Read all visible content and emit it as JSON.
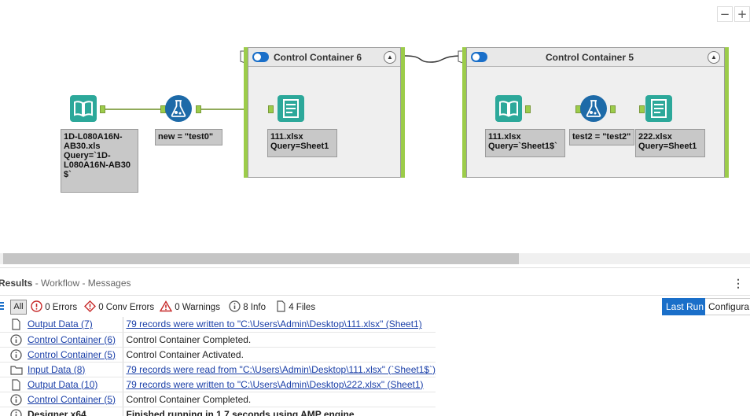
{
  "zoom": {
    "minus": "−",
    "plus": "+"
  },
  "containers": [
    {
      "title": "Control Container 6"
    },
    {
      "title": "Control Container 5"
    }
  ],
  "tools": {
    "input1_label": "1D-L080A16N-\nAB30.xls\nQuery=`1D-\nL080A16N-AB30\n$`",
    "formula1_label": "new = \"test0\"",
    "output1_label": "111.xlsx\nQuery=Sheet1",
    "input2_label": "111.xlsx\nQuery=`Sheet1$`",
    "formula2_label": "test2 = \"test2\"",
    "output2_label": "222.xlsx\nQuery=Sheet1"
  },
  "results": {
    "title": "Results",
    "subtitle": " - Workflow - Messages",
    "filters": {
      "all": "All",
      "errors": "0 Errors",
      "conv_errors": "0 Conv Errors",
      "warnings": "0 Warnings",
      "info": "8 Info",
      "files": "4 Files"
    },
    "last_run": "Last Run",
    "configuration": "Configura",
    "rows": [
      {
        "icon": "file",
        "tool": "Output Data (7)",
        "message": "79 records were written to \"C:\\Users\\Admin\\Desktop\\111.xlsx\" (Sheet1)",
        "link": true
      },
      {
        "icon": "info",
        "tool": "Control Container (6)",
        "message": "Control Container Completed.",
        "link": false
      },
      {
        "icon": "info",
        "tool": "Control Container (5)",
        "message": "Control Container Activated.",
        "link": false
      },
      {
        "icon": "folder",
        "tool": "Input Data (8)",
        "message": "79 records were read from \"C:\\Users\\Admin\\Desktop\\111.xlsx\" (`Sheet1$`)",
        "link": true
      },
      {
        "icon": "file",
        "tool": "Output Data (10)",
        "message": "79 records were written to \"C:\\Users\\Admin\\Desktop\\222.xlsx\" (Sheet1)",
        "link": true
      },
      {
        "icon": "info",
        "tool": "Control Container (5)",
        "message": "Control Container Completed.",
        "link": false
      },
      {
        "icon": "info",
        "tool": "Designer x64",
        "message": "Finished running in 1.7 seconds using AMP engine",
        "link": false
      }
    ]
  }
}
